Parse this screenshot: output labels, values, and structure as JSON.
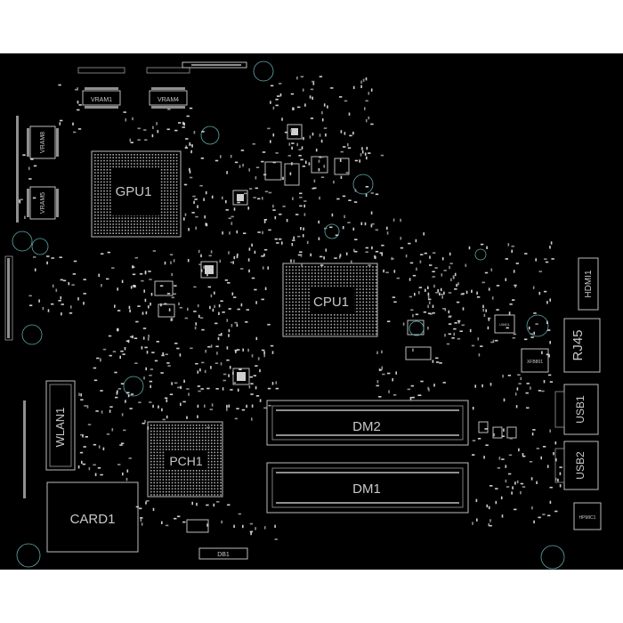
{
  "board": {
    "background": "#000000",
    "silkscreen_color": "#c8c8c8",
    "via_color": "#5fa8a8"
  },
  "components": {
    "vram1": "VRAM1",
    "vram4": "VRAM4",
    "vram8": "VRAM8",
    "vram5": "VRAM5",
    "gpu1": "GPU1",
    "cpu1": "CPU1",
    "pch1": "PCH1",
    "wlan1": "WLAN1",
    "card1": "CARD1",
    "dm2": "DM2",
    "dm1": "DM1",
    "hdmi1": "HDMI1",
    "rj45": "RJ45",
    "usb1": "USB1",
    "usb2": "USB2",
    "hpmic1": "HPMIC1",
    "db1": "DB1",
    "xfm": "XFB801",
    "usb_ic": "U5801"
  }
}
